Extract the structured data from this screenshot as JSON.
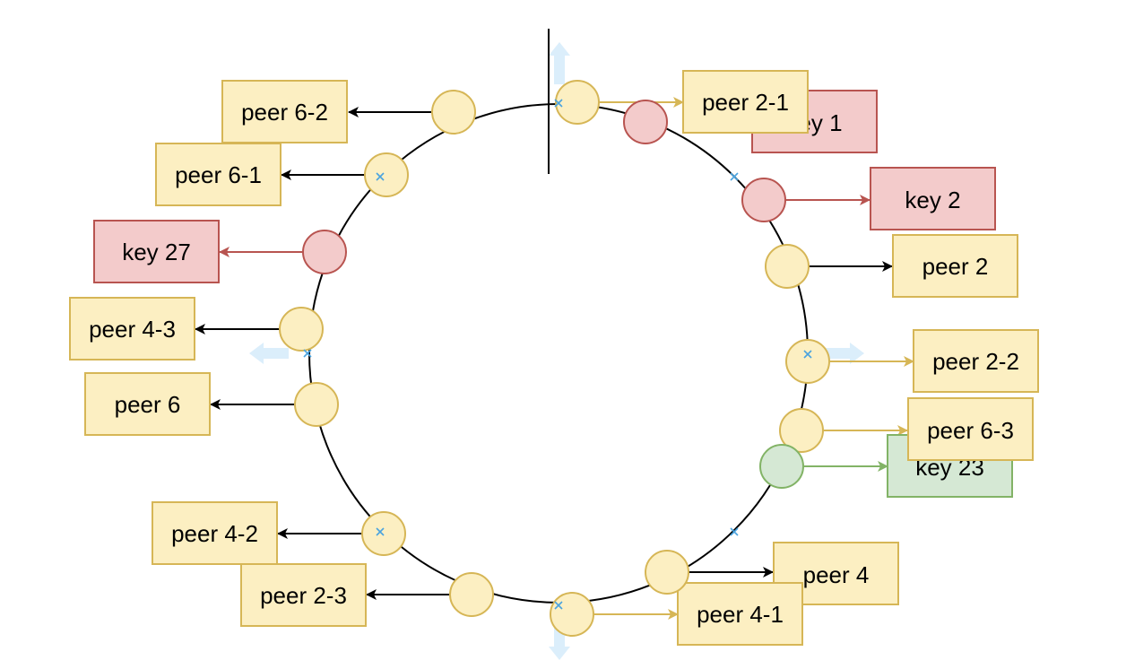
{
  "colors": {
    "peer_fill": "#fcefc2",
    "peer_stroke": "#d6b656",
    "key_fill": "#f3cbcb",
    "key_stroke": "#b85450",
    "key_green_fill": "#d5e8d4",
    "key_green_stroke": "#82b366",
    "ring": "#000000",
    "handle": "#dbeefb",
    "marker": "#4aa3df"
  },
  "labels": {
    "peer_6_2": "peer 6-2",
    "peer_6_1": "peer 6-1",
    "key_27": "key 27",
    "peer_4_3": "peer 4-3",
    "peer_6": "peer 6",
    "peer_4_2": "peer 4-2",
    "peer_2_3": "peer 2-3",
    "peer_2_1": "peer 2-1",
    "key_1": "key 1",
    "key_2": "key 2",
    "peer_2": "peer 2",
    "peer_2_2": "peer 2-2",
    "peer_6_3": "peer 6-3",
    "key_23": "key 23",
    "peer_4": "peer 4",
    "peer_4_1": "peer 4-1"
  }
}
